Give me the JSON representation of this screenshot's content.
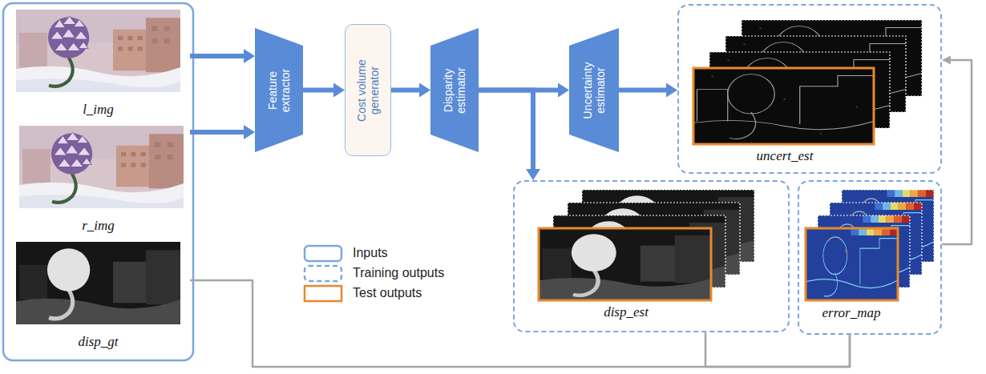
{
  "diagram": {
    "nodes": [
      {
        "text": [
          "l_img"
        ]
      },
      {
        "text": [
          "r_img"
        ]
      },
      {
        "text": [
          "disp_gt"
        ]
      },
      {
        "text": [
          "Feature extractor"
        ]
      },
      {
        "text": [
          "Cost volume generator"
        ]
      },
      {
        "text": [
          "Disparity estimator"
        ]
      },
      {
        "text": [
          "Uncertainty estimator"
        ]
      },
      {
        "text": [
          "uncert_est"
        ]
      },
      {
        "text": [
          "disp_est"
        ]
      },
      {
        "text": [
          "error_map"
        ]
      }
    ],
    "edges": [
      {
        "from": 0,
        "to": 3,
        "arrow": "to"
      },
      {
        "from": 1,
        "to": 3,
        "arrow": "to"
      },
      {
        "from": 3,
        "to": 4,
        "arrow": "to"
      },
      {
        "from": 4,
        "to": 5,
        "arrow": "to"
      },
      {
        "from": 5,
        "to": 6,
        "arrow": "to"
      },
      {
        "from": 5,
        "to": 8,
        "arrow": "to"
      },
      {
        "from": 6,
        "to": 7,
        "arrow": "to"
      },
      {
        "from": 2,
        "to": 9,
        "arrow": "none"
      },
      {
        "from": 8,
        "to": 9,
        "arrow": "none"
      },
      {
        "from": 9,
        "to": 7,
        "arrow": "to"
      }
    ],
    "legend": [
      {
        "text": "Inputs"
      },
      {
        "text": "Training outputs"
      },
      {
        "text": "Test outputs"
      }
    ]
  }
}
